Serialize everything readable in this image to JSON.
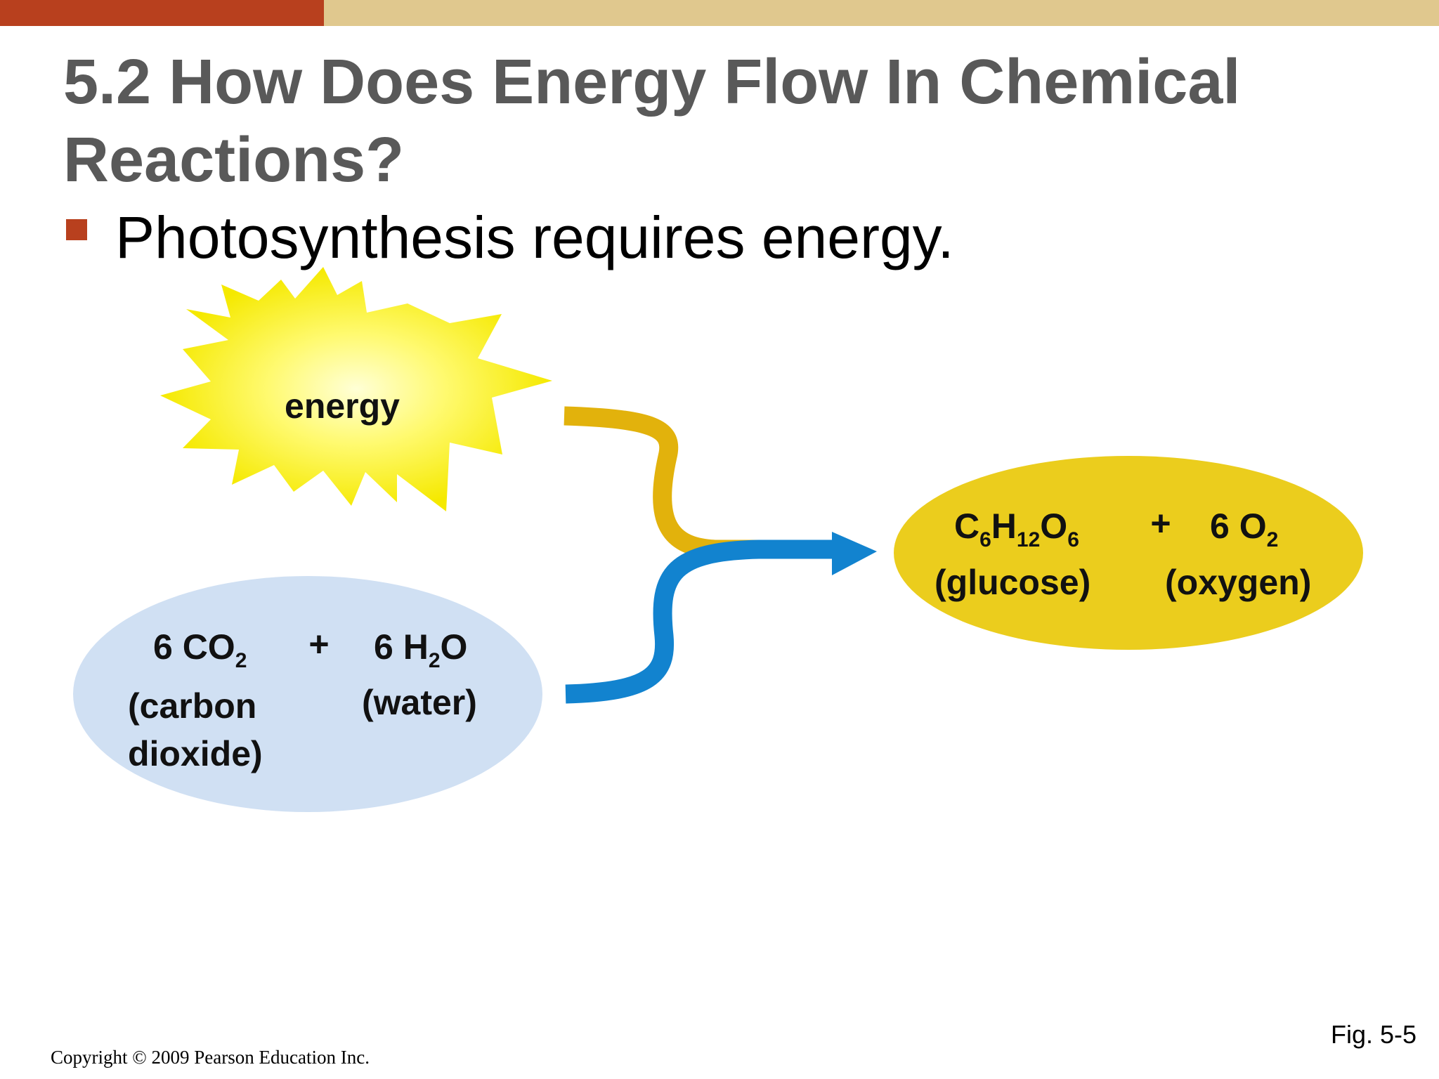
{
  "slide": {
    "title": "5.2 How Does Energy Flow In Chemical Reactions?",
    "bullet": "Photosynthesis requires energy.",
    "colors": {
      "accent": "#b8401e",
      "band": "#e0c88e",
      "title": "#595959"
    }
  },
  "diagram": {
    "energy_label": "energy",
    "reactants": {
      "co2": {
        "coef": "6 CO",
        "sub": "2"
      },
      "plus": "+",
      "h2o": {
        "prefix": "6 H",
        "sub": "2",
        "suffix": "O"
      },
      "co2_name_line1": "(carbon",
      "co2_name_line2": "dioxide)",
      "h2o_name": "(water)"
    },
    "products": {
      "c": "C",
      "c_sub": "6",
      "h": "H",
      "h_sub": "12",
      "o": "O",
      "o_sub": "6",
      "plus": "+",
      "o2": "6 O",
      "o2_sub": "2",
      "glucose_name": "(glucose)",
      "oxygen_name": "(oxygen)"
    },
    "colors": {
      "sun": "#fff200",
      "sun_center": "#ffffc8",
      "reactant_oval": "#d0e0f3",
      "product_oval": "#ebcd1d",
      "energy_arrow": "#e2b20c",
      "matter_arrow": "#1283cf"
    }
  },
  "footer": {
    "copyright": "Copyright © 2009 Pearson Education Inc.",
    "figure": "Fig. 5-5"
  }
}
